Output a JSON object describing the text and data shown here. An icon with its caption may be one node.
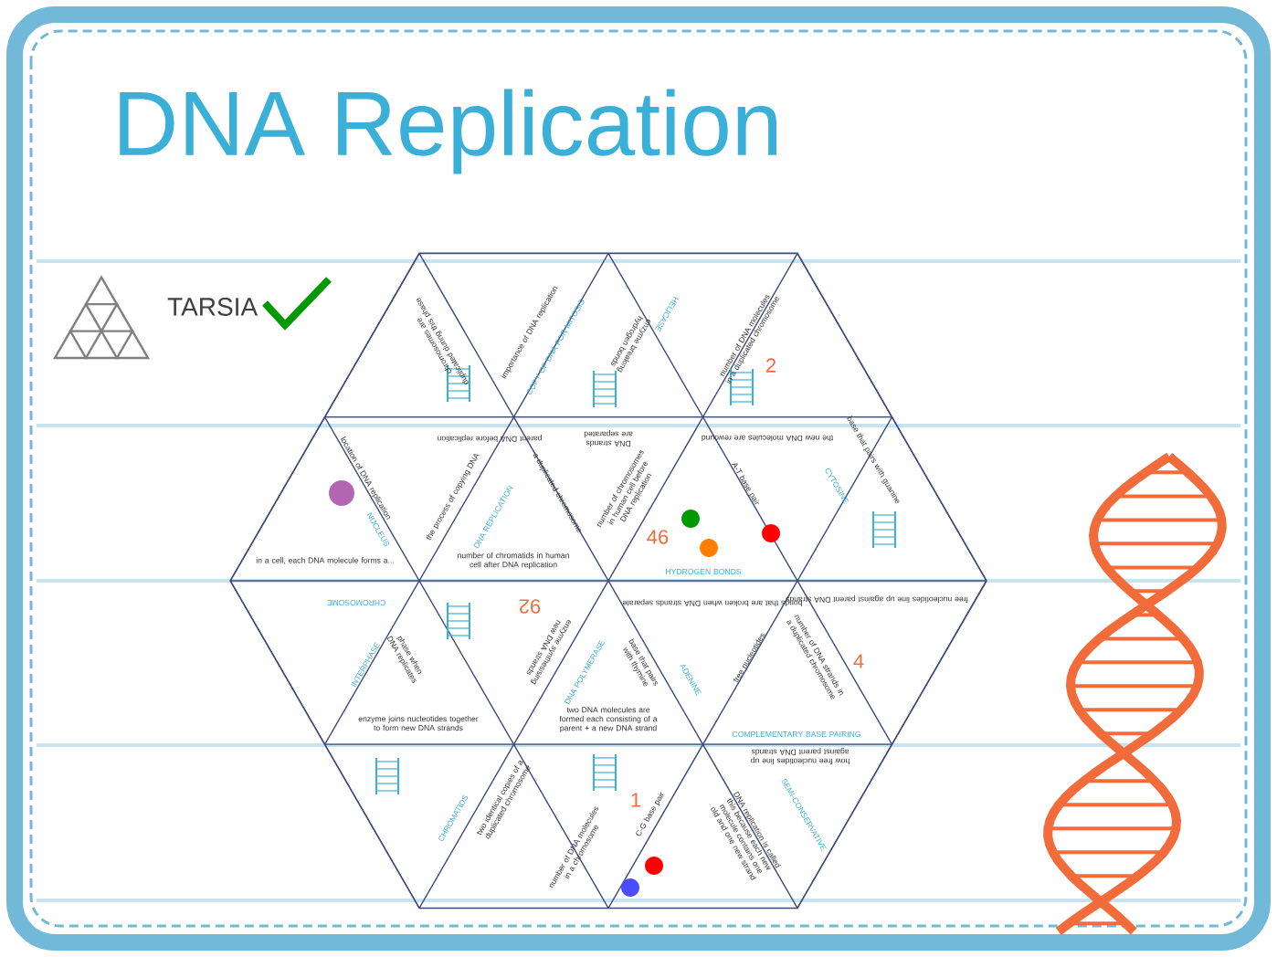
{
  "diagram": {
    "title": "DNA Replication",
    "labels": [
      "TARSIA",
      "chromosomes are duplicated during this phase",
      "importance of DNA replication",
      "COPY OF DNA FOR MITOSIS",
      "HELICASE",
      "enzyme breaking hydrogen bonds",
      "number of DNA molecules in a duplicated chromosome",
      "2",
      "parent DNA before replication",
      "DNA strands are separated",
      "the new DNA molecules are rewound",
      "location of DNA replication",
      "NUCLEUS",
      "the process of copying DNA",
      "DNA REPLICATION",
      "a duplicated chromosome",
      "number of chromosomes in human cell before DNA replication",
      "46",
      "A-T base pair",
      "CYTOSINE",
      "base that pairs with guanine",
      "in a cell, each DNA molecule forms a...",
      "number of chromatids in human cell after DNA replication",
      "HYDROGEN BONDS",
      "CHROMOSOME",
      "92",
      "bonds that are broken when DNA strands separate",
      "free nucleotides line up against parent DNA strands",
      "INTERPHASE",
      "phase when DNA replicates",
      "enzyme synthesising new DNA strands",
      "DNA POLYMERASE",
      "base that pairs with thymine",
      "ADENINE",
      "free nucleotides",
      "number of DNA strands in a duplicated chromosome",
      "4",
      "enzyme joins nucleotides together to form new DNA strands",
      "two DNA molecules are formed each consisting of a parent + a new DNA strand",
      "COMPLEMENTARY BASE PAIRING",
      "two identical copies of a duplicated chromosome",
      "CHROMATIDS",
      "1",
      "number of DNA molecules in a chromosome",
      "C-G base pair",
      "how free nucleotides line up against parent DNA strands",
      "DNA replication is called this because each new molecule contains one old and one new strand",
      "SEMI-CONSERVATIVE"
    ]
  }
}
